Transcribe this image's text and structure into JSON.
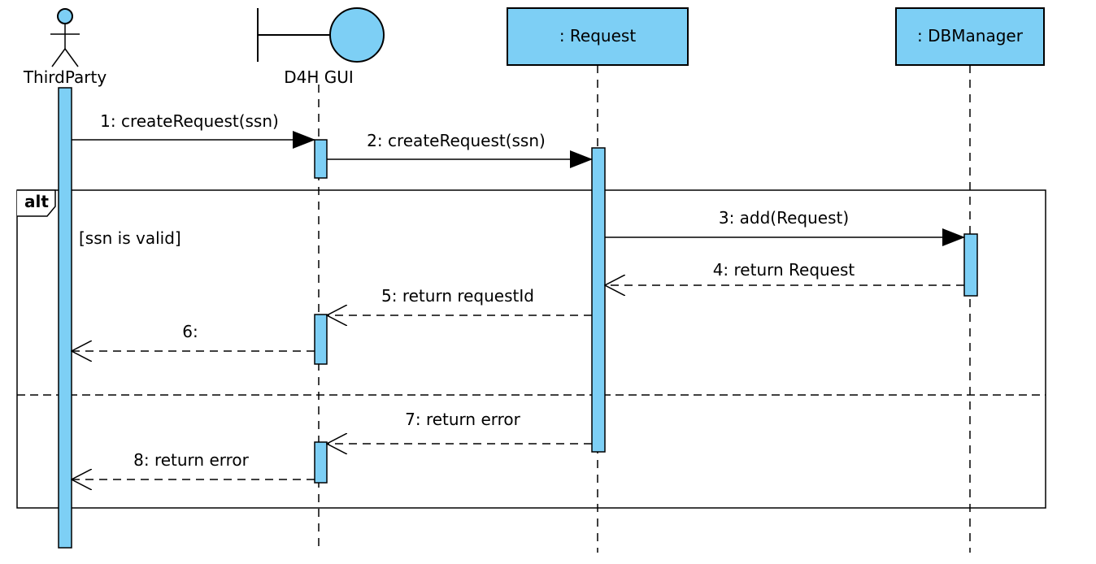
{
  "colors": {
    "fill": "#7dcff5",
    "stroke": "#000000",
    "background": "#ffffff"
  },
  "participants": {
    "actor": {
      "name": "ThirdParty",
      "icon": "stick-figure-actor-icon"
    },
    "boundary": {
      "name": "D4H GUI",
      "icon": "boundary-icon"
    },
    "request": {
      "name": ": Request"
    },
    "dbmanager": {
      "name": ": DBManager"
    }
  },
  "fragment": {
    "operator": "alt",
    "guard": "[ssn is valid]"
  },
  "messages": [
    {
      "label": "1: createRequest(ssn)",
      "kind": "sync"
    },
    {
      "label": "2: createRequest(ssn)",
      "kind": "sync"
    },
    {
      "label": "3: add(Request)",
      "kind": "sync"
    },
    {
      "label": "4: return Request",
      "kind": "return"
    },
    {
      "label": "5: return requestId",
      "kind": "return"
    },
    {
      "label": "6:",
      "kind": "return"
    },
    {
      "label": "7: return error",
      "kind": "return"
    },
    {
      "label": "8: return error",
      "kind": "return"
    }
  ]
}
